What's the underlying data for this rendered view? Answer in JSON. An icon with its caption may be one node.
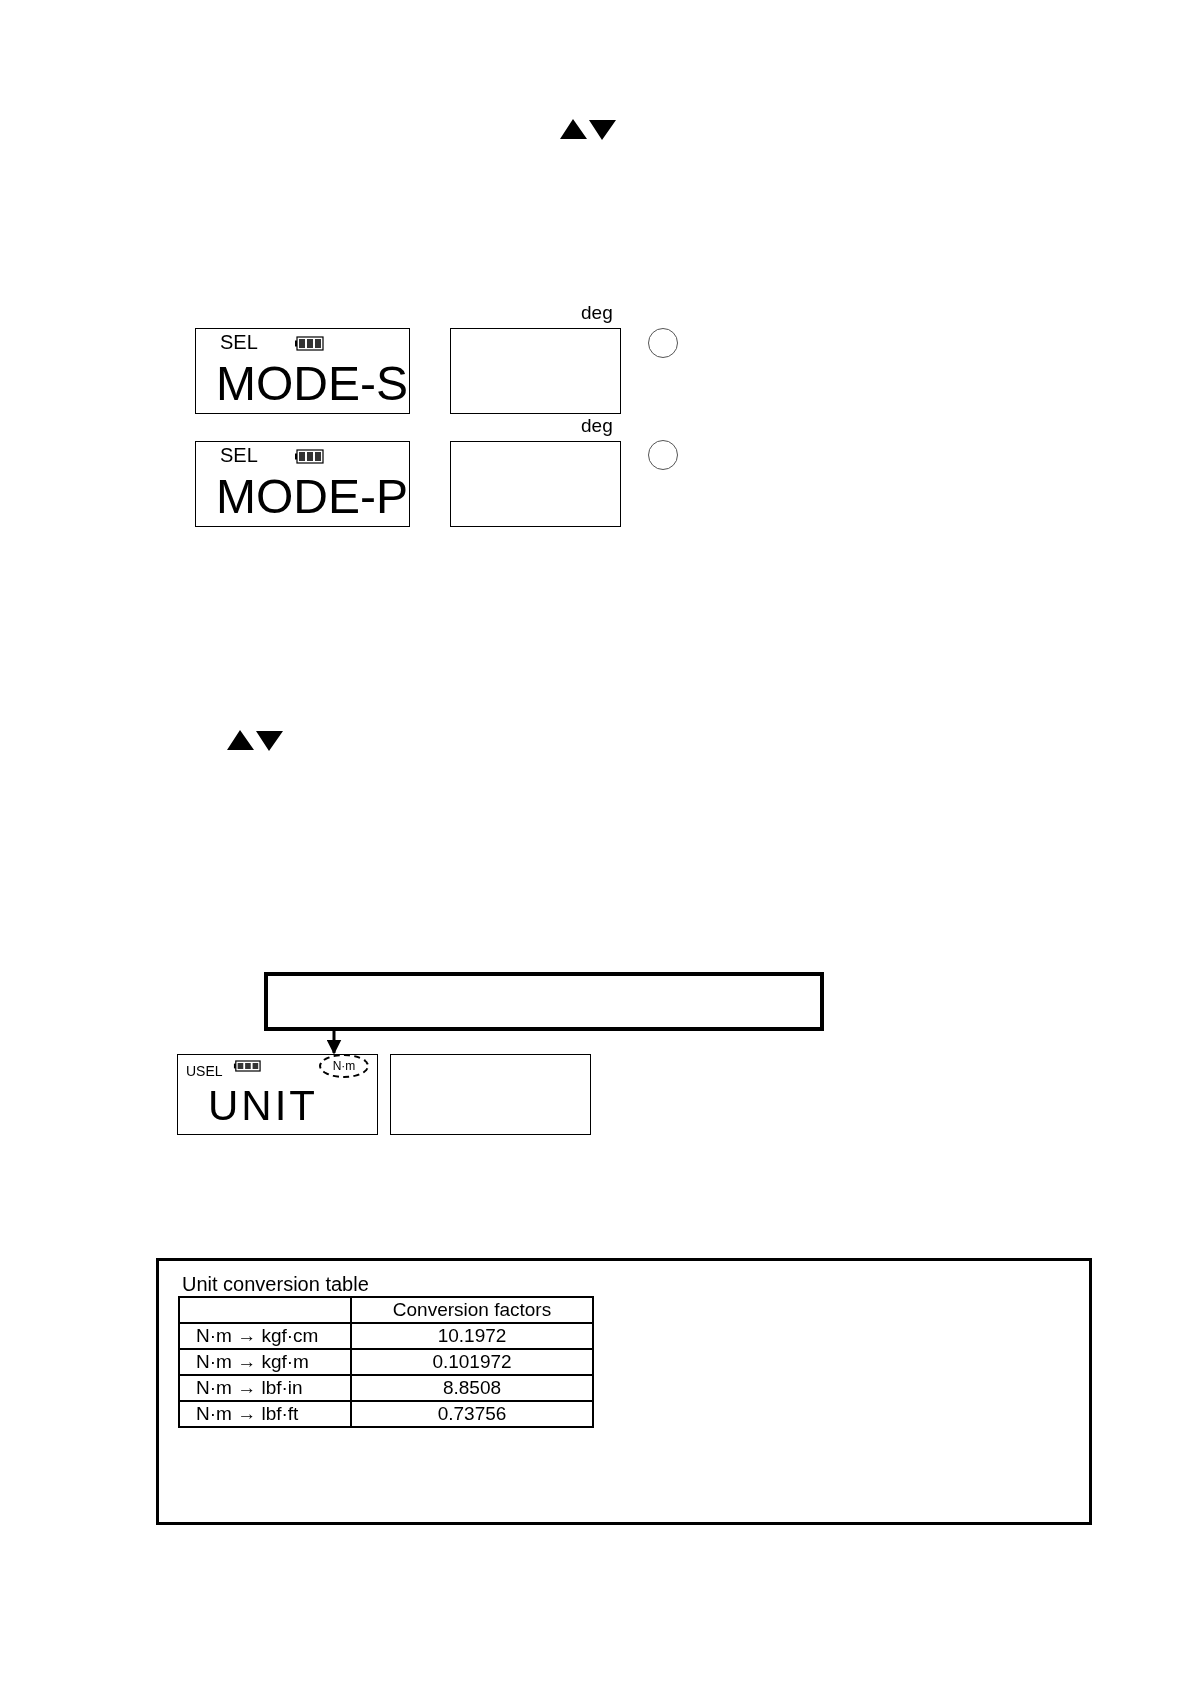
{
  "diagram": {
    "nodes": [
      {
        "text": [
          "SEL",
          "MODE-S"
        ]
      },
      {
        "text": [],
        "shape": "box",
        "beside": [
          "deg"
        ]
      },
      {
        "text": [],
        "shape": "circle"
      },
      {
        "text": [
          "SEL",
          "MODE-P"
        ]
      },
      {
        "text": [],
        "shape": "box",
        "beside": [
          "deg"
        ]
      },
      {
        "text": [],
        "shape": "circle"
      },
      {
        "text": [],
        "shape": "box"
      },
      {
        "text": [
          "USEL",
          "UNIT"
        ]
      },
      {
        "text": [
          "N·m"
        ],
        "in": 7
      },
      {
        "text": [],
        "shape": "box"
      },
      {
        "text": [],
        "shape": "box"
      }
    ],
    "edges": [
      {
        "from": 6,
        "to": 8,
        "arrow": "to"
      }
    ],
    "labels": [
      "Unit conversion table",
      "Conversion factors",
      "N·m → kgf·cm",
      "10.1972",
      "N·m → kgf·m",
      "0.101972",
      "N·m → lbf·in",
      "8.8508",
      "N·m → lbf·ft",
      "0.73756"
    ]
  }
}
